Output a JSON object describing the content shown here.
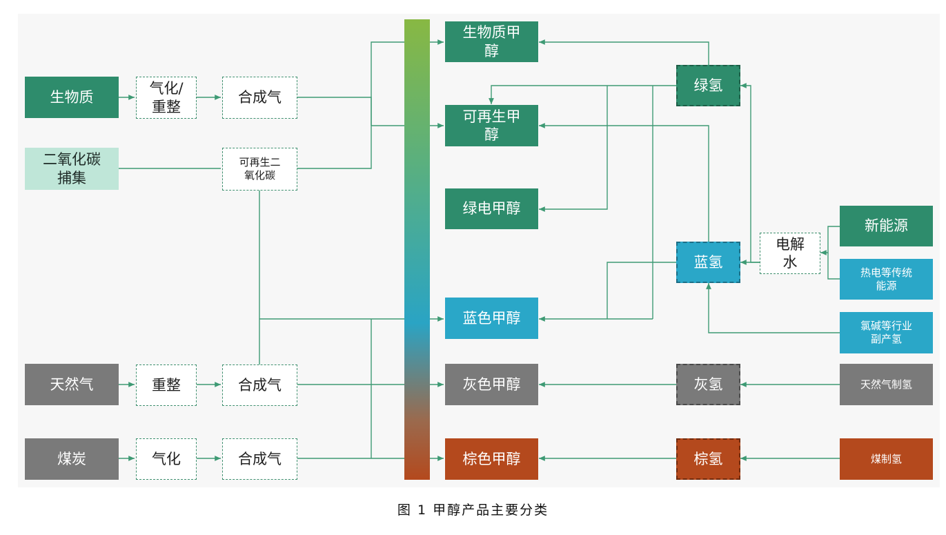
{
  "sources": {
    "biomass": "生物质",
    "co2_capture": "二氧化碳\n捕集",
    "natural_gas": "天然气",
    "coal": "煤炭"
  },
  "processes": {
    "gasify_reform": "气化/\n重整",
    "syngas_top": "合成气",
    "renewable_co2": "可再生二\n氧化碳",
    "reform": "重整",
    "syngas_mid": "合成气",
    "gasify": "气化",
    "syngas_bottom": "合成气"
  },
  "products": {
    "biomass_methanol": "生物质甲\n醇",
    "renewable_methanol": "可再生甲\n醇",
    "green_power_methanol": "绿电甲醇",
    "blue_methanol": "蓝色甲醇",
    "gray_methanol": "灰色甲醇",
    "brown_methanol": "棕色甲醇"
  },
  "hydrogen": {
    "green": "绿氢",
    "blue": "蓝氢",
    "gray": "灰氢",
    "brown": "棕氢",
    "electrolysis": "电解\n水"
  },
  "energy_sources": {
    "new_energy": "新能源",
    "thermal_power": "热电等传统\n能源",
    "chlor_alkali": "氯碱等行业\n副产氢",
    "ng_hydrogen": "天然气制氢",
    "coal_hydrogen": "煤制氢"
  },
  "colors": {
    "green": "#2e8c6c",
    "mint": "#bfe6d8",
    "gray": "#7a7a7a",
    "blue": "#2aa7c8",
    "brown": "#b4491d",
    "line": "#3e9a74"
  },
  "caption": "图 1  甲醇产品主要分类"
}
